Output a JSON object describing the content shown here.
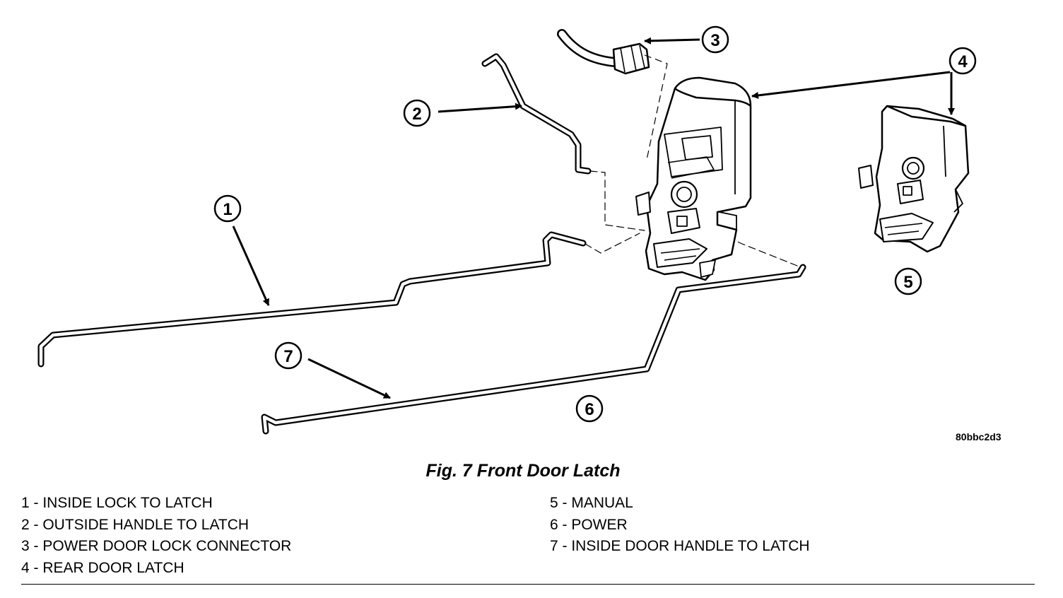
{
  "diagram": {
    "callouts": [
      "1",
      "2",
      "3",
      "4",
      "5",
      "6",
      "7"
    ],
    "ref_code": "80bbc2d3"
  },
  "caption": "Fig. 7 Front Door Latch",
  "legend": {
    "left": [
      "1 - INSIDE LOCK TO LATCH",
      "2 - OUTSIDE HANDLE TO LATCH",
      "3 - POWER DOOR LOCK CONNECTOR",
      "4 - REAR DOOR LATCH"
    ],
    "right": [
      "5 - MANUAL",
      "6 - POWER",
      "7 - INSIDE DOOR HANDLE TO LATCH"
    ]
  }
}
